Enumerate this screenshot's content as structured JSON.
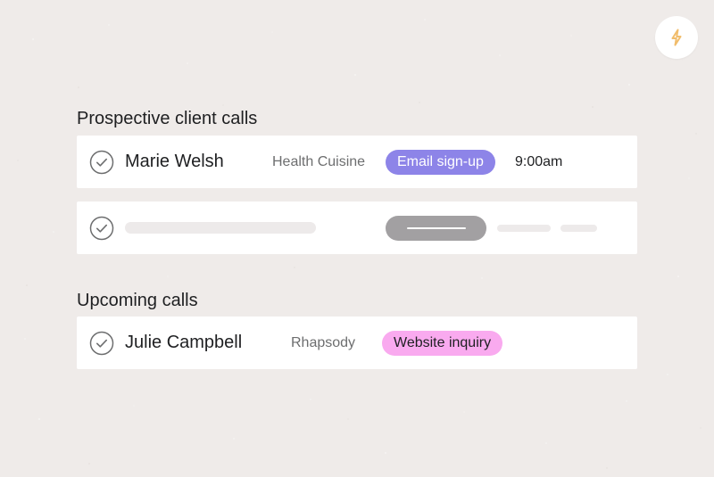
{
  "colors": {
    "background": "#efebe9",
    "card": "#ffffff",
    "check_stroke": "#6d6e6f",
    "lightning": "#f1bd6c",
    "email_tag_bg": "#8d84e8",
    "email_tag_text": "#ffffff",
    "website_tag_bg": "#f9aaef",
    "website_tag_text": "#1e1f21",
    "placeholder_pill": "#a2a0a2",
    "placeholder_bar": "#edeaea"
  },
  "rule_badge": {
    "icon": "lightning-bolt-icon"
  },
  "sections": [
    {
      "title": "Prospective client calls",
      "rows": [
        {
          "check_icon": "check-circle-icon",
          "name": "Marie Welsh",
          "project": "Health Cuisine",
          "tag": "Email sign-up",
          "time": "9:00am"
        }
      ],
      "placeholder_row": {
        "check_icon": "check-circle-icon"
      }
    },
    {
      "title": "Upcoming calls",
      "rows": [
        {
          "check_icon": "check-circle-icon",
          "name": "Julie Campbell",
          "project": "Rhapsody",
          "tag": "Website inquiry"
        }
      ]
    }
  ]
}
